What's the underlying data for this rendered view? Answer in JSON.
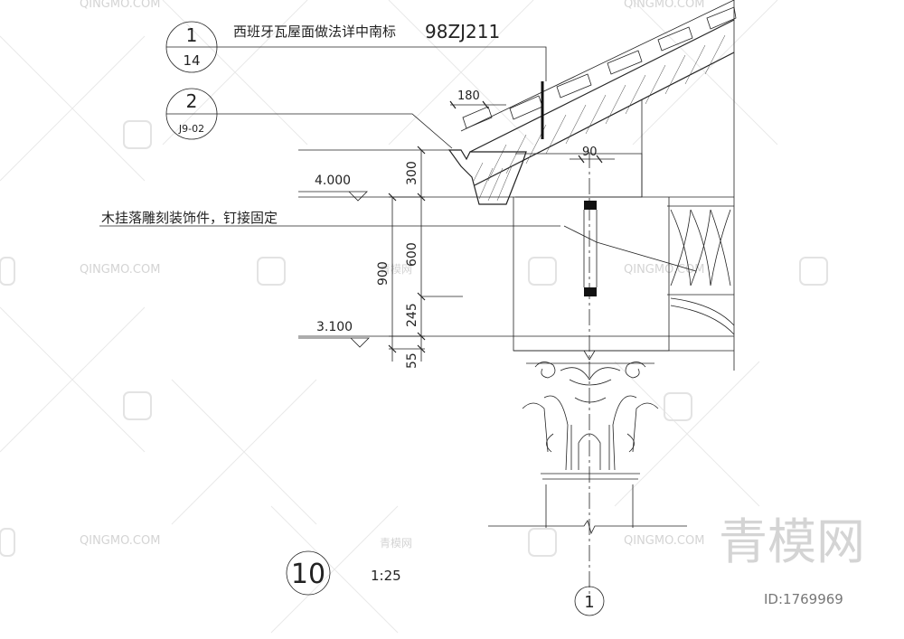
{
  "callouts": {
    "ref1_number": "1",
    "ref1_sheet": "14",
    "ref1_note": "西班牙瓦屋面做法详中南标",
    "ref1_code": "98ZJ211",
    "ref2_number": "2",
    "ref2_sheet": "J9-02",
    "carving_note": "木挂落雕刻装饰件，钉接固定"
  },
  "dimensions": {
    "d180": "180",
    "d90": "90",
    "d300": "300",
    "d600": "600",
    "d245": "245",
    "d55": "55",
    "d900": "900"
  },
  "levels": {
    "top": "4.000",
    "bottom": "3.100"
  },
  "title": {
    "detail_number": "10",
    "scale": "1:25",
    "axis_label": "1"
  },
  "watermark": {
    "brand_latin": "QINGMO.COM",
    "brand_cn_small": "青模网",
    "brand_cn_large": "青模网",
    "image_id": "ID:1769969"
  }
}
